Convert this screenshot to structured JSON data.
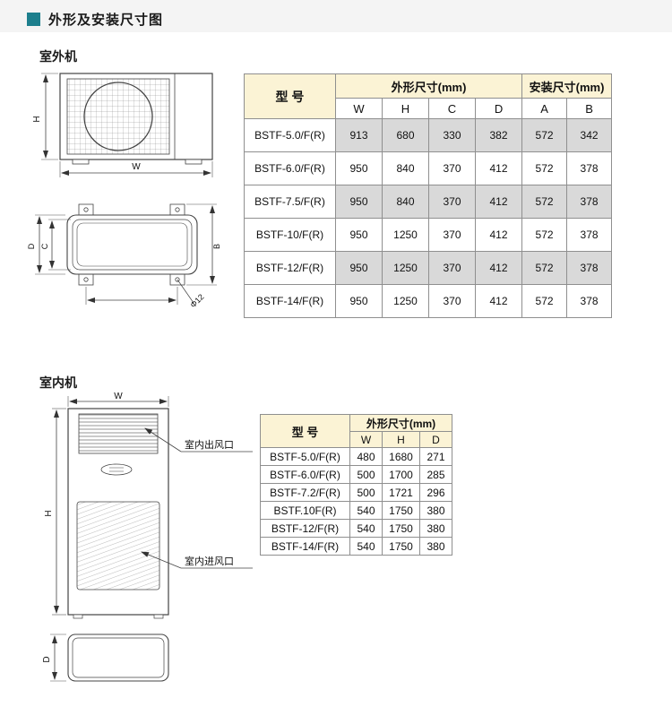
{
  "header": {
    "title": "外形及安装尺寸图"
  },
  "outdoor": {
    "section_label": "室外机",
    "drawing": {
      "front": {
        "dim_h": "H",
        "dim_w": "W"
      },
      "top": {
        "dim_d": "D",
        "dim_c": "C",
        "dim_b": "B",
        "hole_callout": "Φ12"
      }
    },
    "table": {
      "model_header": "型  号",
      "outline_group": "外形尺寸(mm)",
      "install_group": "安装尺寸(mm)",
      "columns": [
        "W",
        "H",
        "C",
        "D",
        "A",
        "B"
      ],
      "rows": [
        {
          "model": "BSTF-5.0/F(R)",
          "values": [
            "913",
            "680",
            "330",
            "382",
            "572",
            "342"
          ]
        },
        {
          "model": "BSTF-6.0/F(R)",
          "values": [
            "950",
            "840",
            "370",
            "412",
            "572",
            "378"
          ]
        },
        {
          "model": "BSTF-7.5/F(R)",
          "values": [
            "950",
            "840",
            "370",
            "412",
            "572",
            "378"
          ]
        },
        {
          "model": "BSTF-10/F(R)",
          "values": [
            "950",
            "1250",
            "370",
            "412",
            "572",
            "378"
          ]
        },
        {
          "model": "BSTF-12/F(R)",
          "values": [
            "950",
            "1250",
            "370",
            "412",
            "572",
            "378"
          ]
        },
        {
          "model": "BSTF-14/F(R)",
          "values": [
            "950",
            "1250",
            "370",
            "412",
            "572",
            "378"
          ]
        }
      ]
    }
  },
  "indoor": {
    "section_label": "室内机",
    "drawing": {
      "dim_w": "W",
      "dim_h": "H",
      "dim_d": "D",
      "outlet_label": "室内出风口",
      "inlet_label": "室内进风口"
    },
    "table": {
      "model_header": "型  号",
      "outline_group": "外形尺寸(mm)",
      "columns": [
        "W",
        "H",
        "D"
      ],
      "rows": [
        {
          "model": "BSTF-5.0/F(R)",
          "values": [
            "480",
            "1680",
            "271"
          ]
        },
        {
          "model": "BSTF-6.0/F(R)",
          "values": [
            "500",
            "1700",
            "285"
          ]
        },
        {
          "model": "BSTF-7.2/F(R)",
          "values": [
            "500",
            "1721",
            "296"
          ]
        },
        {
          "model": "BSTF.10F(R)",
          "values": [
            "540",
            "1750",
            "380"
          ]
        },
        {
          "model": "BSTF-12/F(R)",
          "values": [
            "540",
            "1750",
            "380"
          ]
        },
        {
          "model": "BSTF-14/F(R)",
          "values": [
            "540",
            "1750",
            "380"
          ]
        }
      ]
    }
  },
  "colors": {
    "accent": "#1d7f8d",
    "table_header_bg": "#fbf3d5",
    "shaded_row": "#d9d9d9"
  }
}
